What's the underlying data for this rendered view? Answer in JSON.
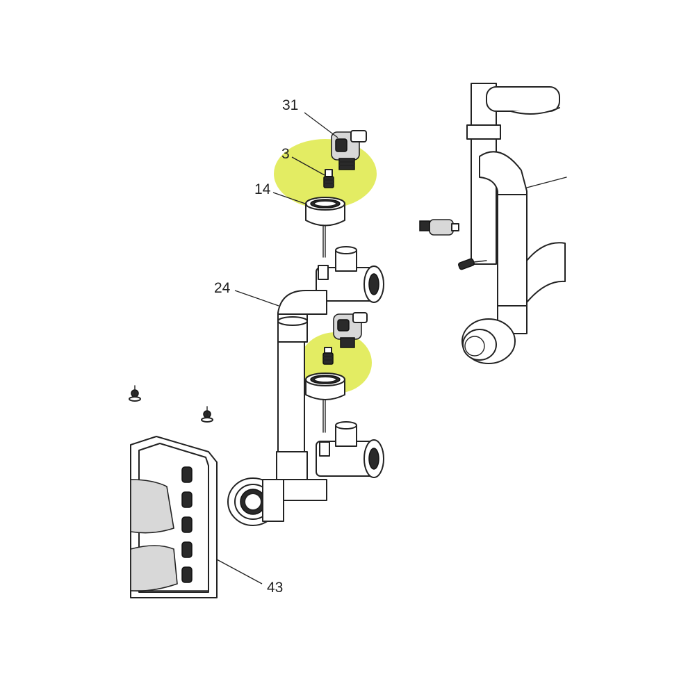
{
  "highlight_color": "#e3ec63",
  "line_color": "#222222",
  "callouts": [
    {
      "id": "callout-31",
      "label": "31"
    },
    {
      "id": "callout-3",
      "label": "3"
    },
    {
      "id": "callout-14",
      "label": "14"
    },
    {
      "id": "callout-24",
      "label": "24"
    },
    {
      "id": "callout-43",
      "label": "43"
    }
  ]
}
